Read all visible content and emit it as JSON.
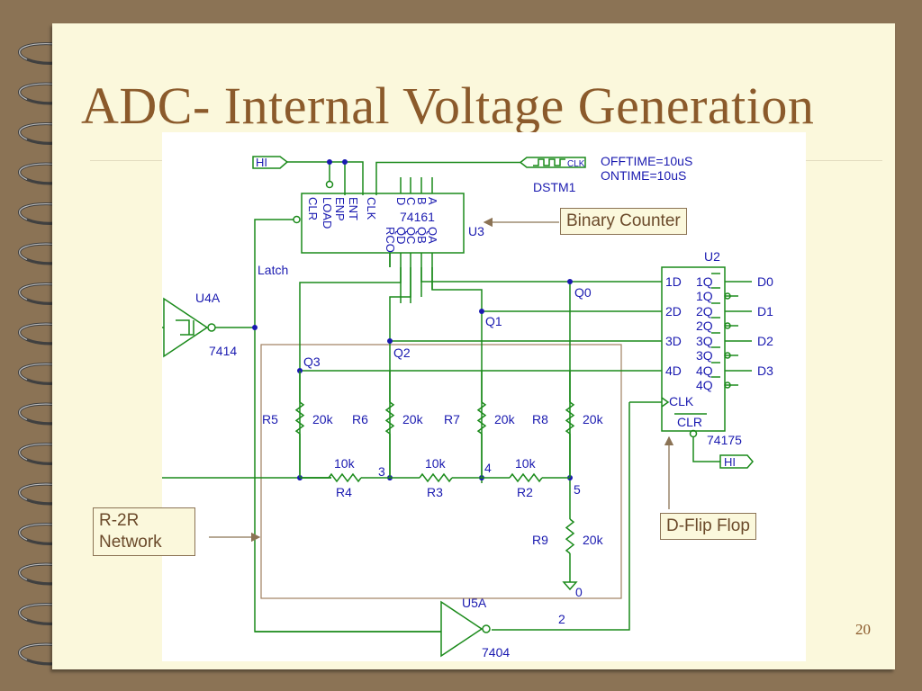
{
  "slide": {
    "title": "ADC- Internal Voltage Generation",
    "page_number": "20"
  },
  "callouts": {
    "binary_counter": "Binary Counter",
    "r2r_network": "R-2R Network",
    "d_flip_flop": "D-Flip Flop"
  },
  "stimulus": {
    "name": "DSTM1",
    "pin": "CLK",
    "offtime": "OFFTIME=10uS",
    "ontime": "ONTIME=10uS"
  },
  "counter": {
    "ref": "U3",
    "part": "74161",
    "inputs": [
      "CLR",
      "LOAD",
      "ENP",
      "ENT",
      "CLK",
      "D",
      "C",
      "B",
      "A"
    ],
    "outputs": [
      "RCO",
      "QD",
      "QC",
      "QB",
      "QA"
    ]
  },
  "inverter_u4a": {
    "ref": "U4A",
    "part": "7414"
  },
  "inverter_u5a": {
    "ref": "U5A",
    "part": "7404",
    "node": "2"
  },
  "flipflop": {
    "ref": "U2",
    "part": "74175",
    "d_pins": [
      "1D",
      "2D",
      "3D",
      "4D"
    ],
    "q_pins": [
      "1Q",
      "1Q",
      "2Q",
      "2Q",
      "3Q",
      "3Q",
      "4Q",
      "4Q"
    ],
    "clk": "CLK",
    "clr": "CLR",
    "outputs": [
      "D0",
      "D1",
      "D2",
      "D3"
    ]
  },
  "hi_labels": [
    "HI",
    "HI"
  ],
  "nets": {
    "latch": "Latch",
    "q0": "Q0",
    "q1": "Q1",
    "q2": "Q2",
    "q3": "Q3",
    "n3": "3",
    "n4": "4",
    "n5": "5",
    "gnd": "0"
  },
  "resistors": [
    {
      "ref": "R5",
      "value": "20k"
    },
    {
      "ref": "R6",
      "value": "20k"
    },
    {
      "ref": "R7",
      "value": "20k"
    },
    {
      "ref": "R8",
      "value": "20k"
    },
    {
      "ref": "R4",
      "value": "10k"
    },
    {
      "ref": "R3",
      "value": "10k"
    },
    {
      "ref": "R2",
      "value": "10k"
    },
    {
      "ref": "R9",
      "value": "20k"
    }
  ]
}
